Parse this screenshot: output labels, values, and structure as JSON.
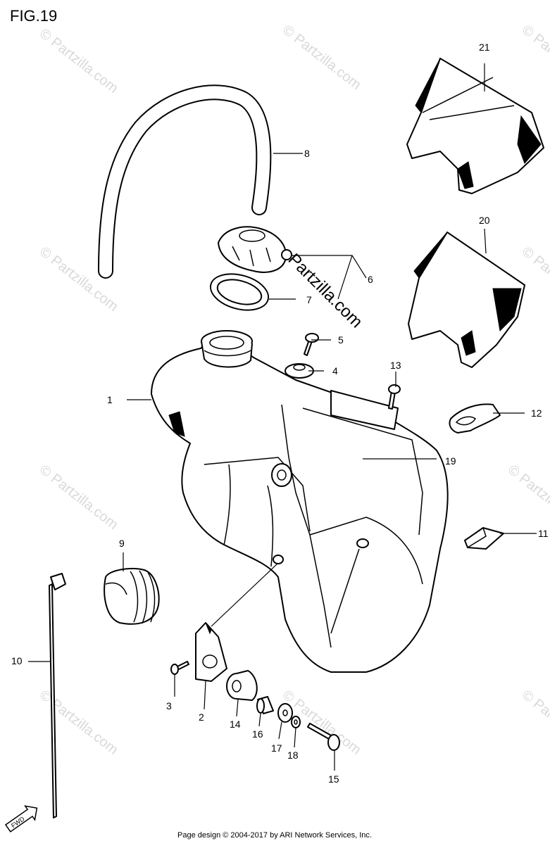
{
  "figure_title": "FIG.19",
  "watermark": {
    "text": "© Partzilla.com",
    "overlay_text": "Partzilla.com"
  },
  "fwd_label": "FWD",
  "footer": "Page design © 2004-2017 by ARI Network Services, Inc.",
  "callouts": [
    {
      "id": "c1",
      "label": "1"
    },
    {
      "id": "c2",
      "label": "2"
    },
    {
      "id": "c3",
      "label": "3"
    },
    {
      "id": "c4",
      "label": "4"
    },
    {
      "id": "c5",
      "label": "5"
    },
    {
      "id": "c6",
      "label": "6"
    },
    {
      "id": "c7",
      "label": "7"
    },
    {
      "id": "c8",
      "label": "8"
    },
    {
      "id": "c9",
      "label": "9"
    },
    {
      "id": "c10",
      "label": "10"
    },
    {
      "id": "c11",
      "label": "11"
    },
    {
      "id": "c12",
      "label": "12"
    },
    {
      "id": "c13",
      "label": "13"
    },
    {
      "id": "c14",
      "label": "14"
    },
    {
      "id": "c15",
      "label": "15"
    },
    {
      "id": "c16",
      "label": "16"
    },
    {
      "id": "c17",
      "label": "17"
    },
    {
      "id": "c18",
      "label": "18"
    },
    {
      "id": "c19",
      "label": "19"
    },
    {
      "id": "c20",
      "label": "20"
    },
    {
      "id": "c21",
      "label": "21"
    }
  ]
}
